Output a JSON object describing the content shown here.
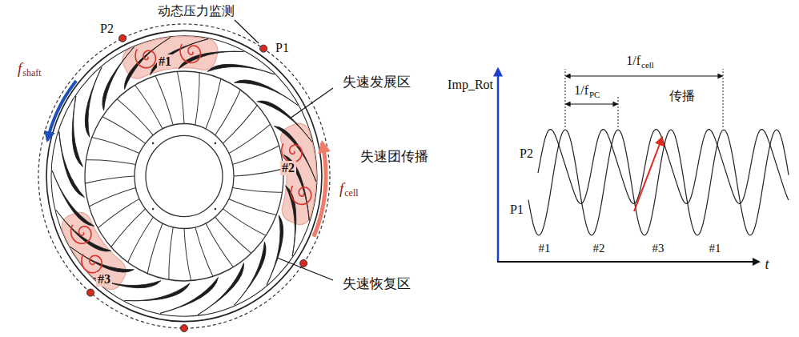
{
  "diagram": {
    "labels": [
      "动态压力监测",
      "P2",
      "P1",
      "f",
      "shaft",
      "#1",
      "失速发展区",
      "失速团传播",
      "#2",
      "f",
      "cell",
      "#3",
      "失速恢复区",
      "1/f",
      "cell",
      "1/f",
      "PC",
      "Imp_Rot",
      "传播",
      "P2",
      "P1",
      "#1",
      "#2",
      "#3",
      "#1",
      "t"
    ]
  }
}
